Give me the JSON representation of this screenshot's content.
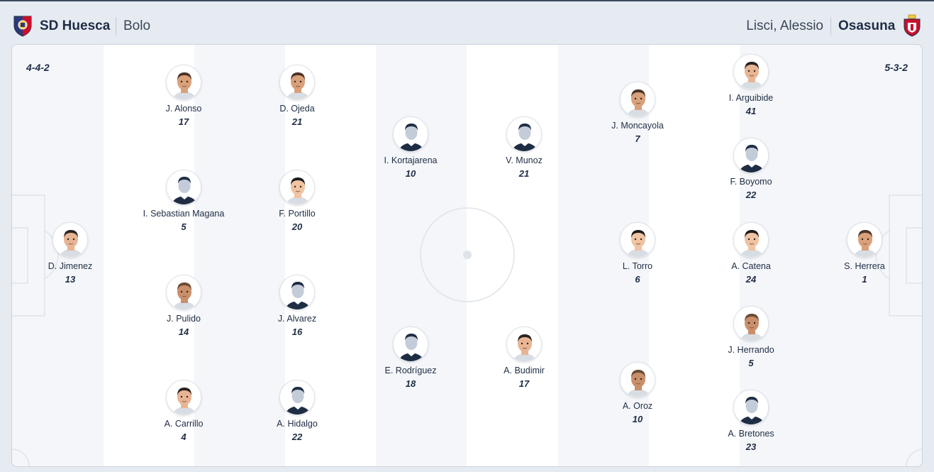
{
  "home": {
    "team_name": "SD Huesca",
    "coach": "Bolo",
    "formation": "4-4-2",
    "crest_icon": "huesca-crest-icon",
    "colors": {
      "primary": "#2b3a7a",
      "secondary": "#c8102e"
    }
  },
  "away": {
    "team_name": "Osasuna",
    "coach": "Lisci, Alessio",
    "formation": "5-3-2",
    "crest_icon": "osasuna-crest-icon",
    "colors": {
      "primary": "#c8102e",
      "secondary": "#1f2d44"
    }
  },
  "players": [
    {
      "name": "D. Jimenez",
      "number": "13",
      "avatar": "photo"
    },
    {
      "name": "J. Alonso",
      "number": "17",
      "avatar": "photo"
    },
    {
      "name": "I. Sebastian Magana",
      "number": "5",
      "avatar": "placeholder"
    },
    {
      "name": "J. Pulido",
      "number": "14",
      "avatar": "photo"
    },
    {
      "name": "A. Carrillo",
      "number": "4",
      "avatar": "photo"
    },
    {
      "name": "D. Ojeda",
      "number": "21",
      "avatar": "photo"
    },
    {
      "name": "F. Portillo",
      "number": "20",
      "avatar": "photo"
    },
    {
      "name": "J. Alvarez",
      "number": "16",
      "avatar": "placeholder"
    },
    {
      "name": "A. Hidalgo",
      "number": "22",
      "avatar": "placeholder"
    },
    {
      "name": "I. Kortajarena",
      "number": "10",
      "avatar": "placeholder"
    },
    {
      "name": "E. Rodríguez",
      "number": "18",
      "avatar": "placeholder"
    },
    {
      "name": "V. Munoz",
      "number": "21",
      "avatar": "placeholder"
    },
    {
      "name": "A. Budimir",
      "number": "17",
      "avatar": "photo"
    },
    {
      "name": "J. Moncayola",
      "number": "7",
      "avatar": "photo"
    },
    {
      "name": "L. Torro",
      "number": "6",
      "avatar": "photo"
    },
    {
      "name": "A. Oroz",
      "number": "10",
      "avatar": "photo"
    },
    {
      "name": "I. Arguibide",
      "number": "41",
      "avatar": "photo"
    },
    {
      "name": "F. Boyomo",
      "number": "22",
      "avatar": "placeholder"
    },
    {
      "name": "A. Catena",
      "number": "24",
      "avatar": "photo"
    },
    {
      "name": "J. Herrando",
      "number": "5",
      "avatar": "photo"
    },
    {
      "name": "A. Bretones",
      "number": "23",
      "avatar": "placeholder"
    },
    {
      "name": "S. Herrera",
      "number": "1",
      "avatar": "photo"
    }
  ]
}
